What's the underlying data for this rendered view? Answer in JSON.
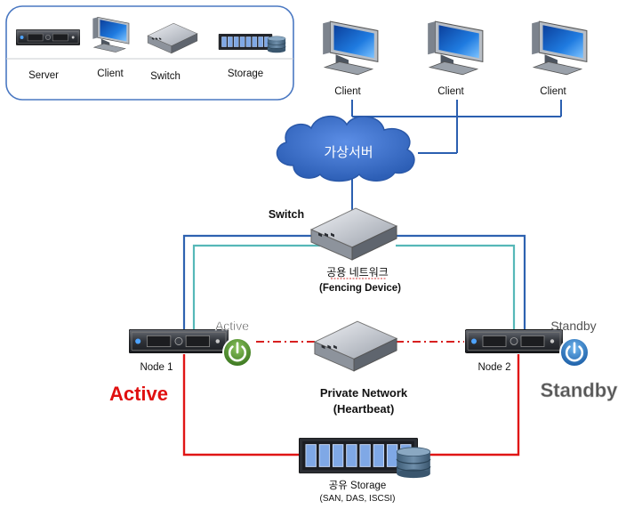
{
  "legend": {
    "server": "Server",
    "client": "Client",
    "switch": "Switch",
    "storage": "Storage"
  },
  "clients": [
    "Client",
    "Client",
    "Client"
  ],
  "cloud_label": "가상서버",
  "switch_label": "Switch",
  "shared_network": {
    "line1": "공용 네트워크",
    "line2": "(Fencing Device)"
  },
  "private_network": {
    "line1": "Private Network",
    "line2": "(Heartbeat)"
  },
  "node1": {
    "label": "Node 1",
    "state": "Active",
    "big_state": "Active"
  },
  "node2": {
    "label": "Node 2",
    "state": "Standby",
    "big_state": "Standby"
  },
  "storage": {
    "line1": "공유 Storage",
    "line2": "(SAN, DAS, ISCSI)"
  },
  "colors": {
    "client_link": "#2b5fb0",
    "public_outer": "#2e62b0",
    "public_inner": "#56b8b8",
    "heartbeat": "#d82020",
    "storage_link": "#e01616",
    "active_text": "#e01010",
    "active_power": "#5a9a3a",
    "standby_power": "#2f7fc8",
    "standby_text": "#555555",
    "cloud": "#3b6fc7"
  }
}
